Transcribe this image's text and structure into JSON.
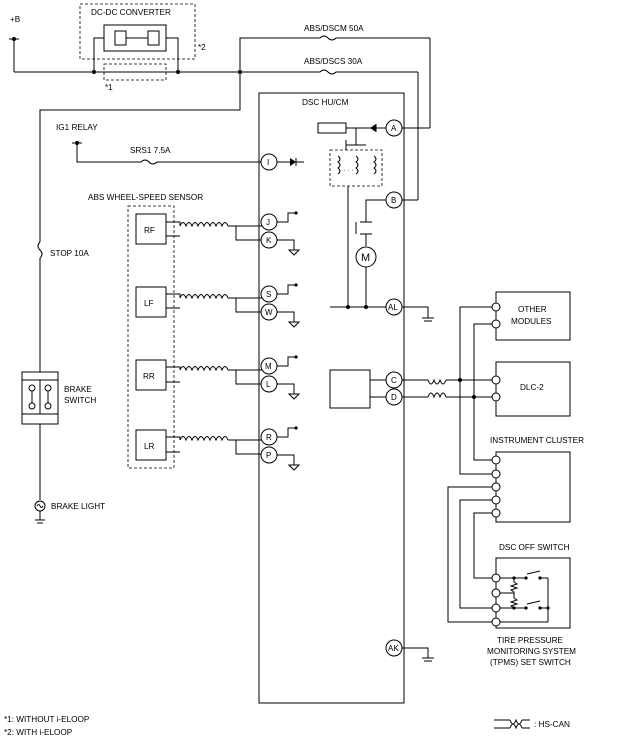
{
  "power": {
    "b_plus": "+B"
  },
  "dcdc": {
    "title": "DC-DC CONVERTER",
    "mark_without": "*1",
    "mark_with": "*2"
  },
  "fuses": {
    "abs_dscm": "ABS/DSCM 50A",
    "abs_dscs": "ABS/DSCS 30A",
    "srs1": "SRS1 7.5A",
    "stop": "STOP 10A"
  },
  "ig1_relay": "IG1 RELAY",
  "dsc": {
    "title": "DSC HU/CM",
    "pins": {
      "a": "A",
      "b": "B",
      "i": "I",
      "j": "J",
      "k": "K",
      "s": "S",
      "w": "W",
      "m": "M",
      "l": "L",
      "r": "R",
      "p": "P",
      "al": "AL",
      "c": "C",
      "d": "D",
      "ak": "AK"
    },
    "motor": "M"
  },
  "wheel_sensor": {
    "title": "ABS WHEEL-SPEED SENSOR",
    "rf": "RF",
    "lf": "LF",
    "rr": "RR",
    "lr": "LR"
  },
  "brake_switch": {
    "line1": "BRAKE",
    "line2": "SWITCH"
  },
  "brake_light": "BRAKE LIGHT",
  "other_modules": {
    "line1": "OTHER",
    "line2": "MODULES"
  },
  "dlc2": "DLC-2",
  "instrument_cluster": "INSTRUMENT CLUSTER",
  "dsc_off_switch": "DSC OFF SWITCH",
  "tpms": {
    "line1": "TIRE PRESSURE",
    "line2": "MONITORING SYSTEM",
    "line3": "(TPMS) SET SWITCH"
  },
  "legend": {
    "note1": "*1: WITHOUT i-ELOOP",
    "note2": "*2: WITH i-ELOOP",
    "hs_can": ": HS-CAN"
  }
}
